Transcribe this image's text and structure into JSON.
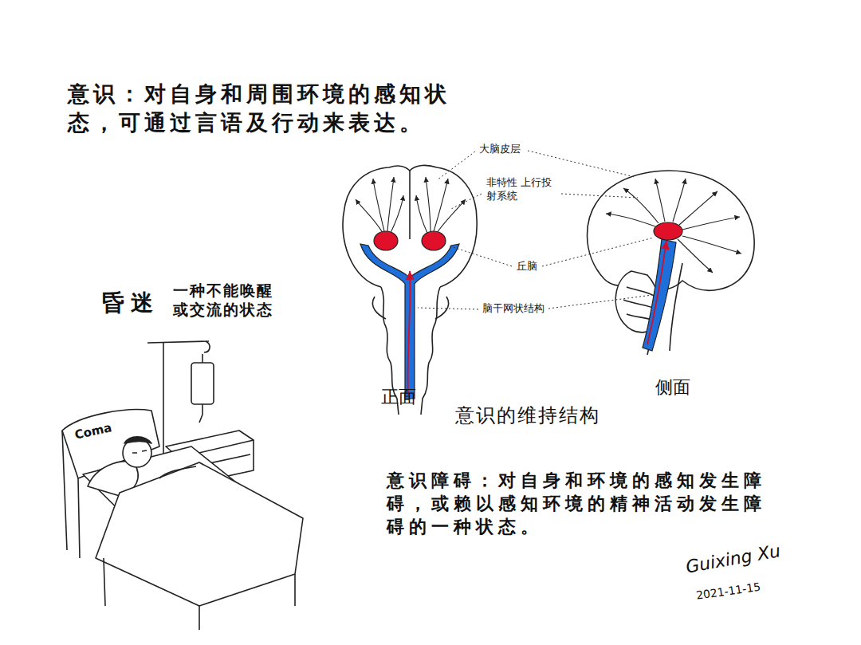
{
  "diagram": {
    "caption": "意识的维持结构",
    "labels": [
      "意识：对自身和周围环境的感知状 态，可通过言语及行动来表达。",
      "大脑皮层",
      "非特性 上行投射系统",
      "丘脑",
      "脑干网状结构",
      "正面",
      "侧面",
      "昏迷",
      "一种不能唤醒 或交流的状态",
      "Coma",
      "意识障碍：对自身和环境的感知发生障 碍，或赖以感知环境的精神活动发生障 碍的一种状态。",
      "Guixing Xu",
      "2021-11-15"
    ]
  }
}
